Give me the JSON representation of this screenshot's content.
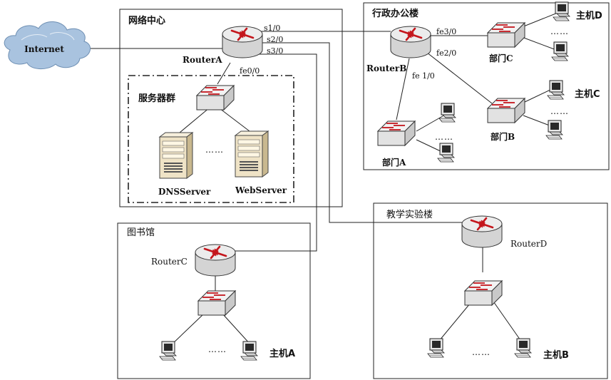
{
  "zones": {
    "network_center": "网络中心",
    "server_farm": "服务器群",
    "admin_building": "行政办公楼",
    "library": "图书馆",
    "teaching_building": "教学实验楼"
  },
  "cloud": {
    "label": "Internet"
  },
  "routers": {
    "a": "RouterA",
    "b": "RouterB",
    "c": "RouterC",
    "d": "RouterD"
  },
  "ports": {
    "a_s1": "s1/0",
    "a_s2": "s2/0",
    "a_s3": "s3/0",
    "a_fe0": "fe0/0",
    "b_fe3": "fe3/0",
    "b_fe2": "fe2/0",
    "b_fe1": "fe 1/0"
  },
  "switches": {
    "dept_a": "部门A",
    "dept_b": "部门B",
    "dept_c": "部门C"
  },
  "servers": {
    "dns": "DNSServer",
    "web": "WebServer"
  },
  "hosts": {
    "a": "主机A",
    "b": "主机B",
    "c": "主机C",
    "d": "主机D"
  },
  "ellipsis": "……",
  "colors": {
    "router_top": "#d8d8d8",
    "device_body": "#e6e6e6",
    "arrow": "#c4161c",
    "cloud": "#a9c3df",
    "server_body": "#efe3c6"
  }
}
